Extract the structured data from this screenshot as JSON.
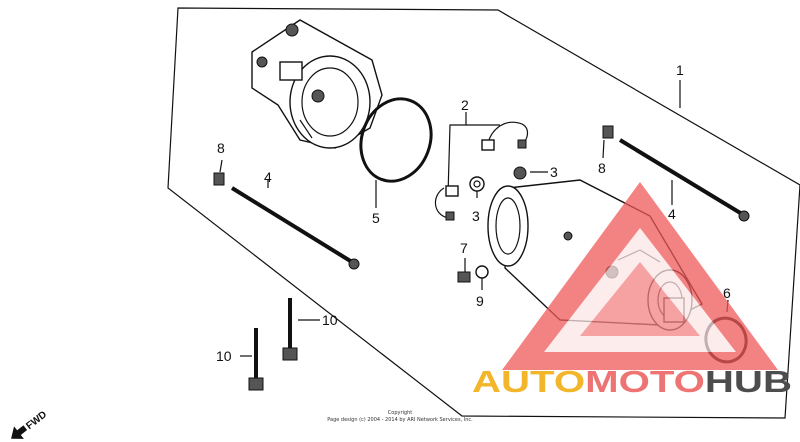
{
  "callouts": {
    "c1": "1",
    "c2": "2",
    "c3a": "3",
    "c3b": "3",
    "c4a": "4",
    "c4b": "4",
    "c5": "5",
    "c6": "6",
    "c7": "7",
    "c8a": "8",
    "c8b": "8",
    "c9": "9",
    "c10a": "10",
    "c10b": "10"
  },
  "fwd_label": "FWD",
  "copyright": {
    "line1": "Copyright",
    "line2": "Page design (c) 2004 - 2014 by ARI Network Services, Inc."
  },
  "watermark": {
    "auto": "AUTO",
    "moto": "MOTO",
    "hub": "HUB",
    "colors": {
      "auto": "#f3b62a",
      "moto": "#ee7373",
      "hub": "#4d4d4d",
      "triangle": "#ef5a5a"
    }
  }
}
